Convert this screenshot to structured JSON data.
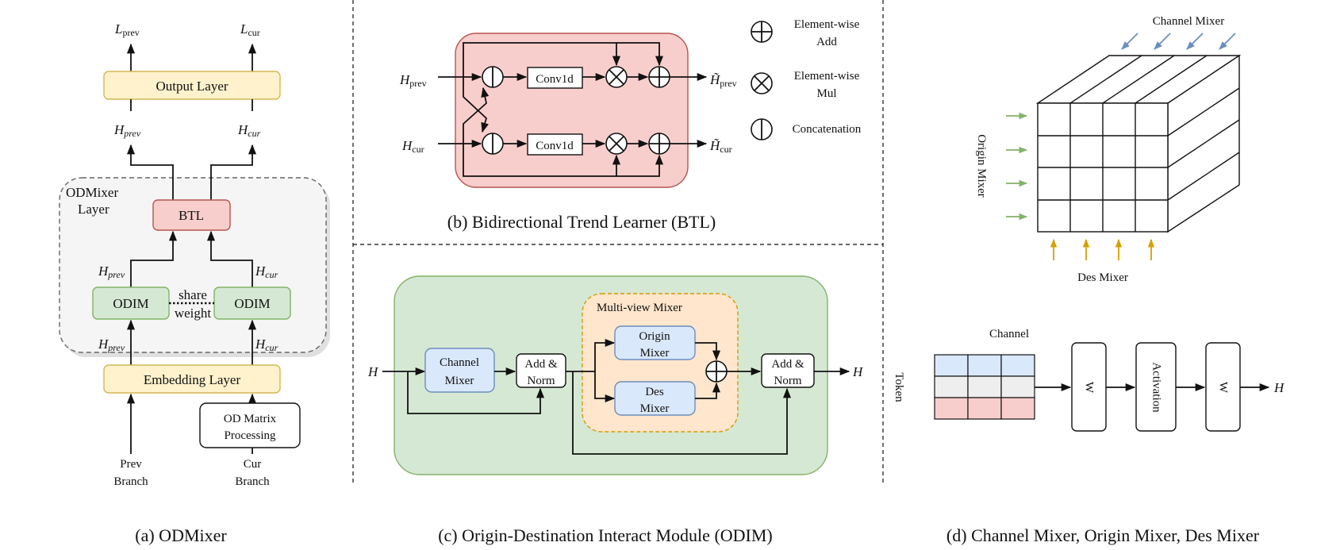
{
  "panel_a": {
    "caption": "(a) ODMixer",
    "out_prev": "L",
    "out_prev_sub": "prev",
    "out_cur": "L",
    "out_cur_sub": "cur",
    "output_layer": "Output Layer",
    "h_prev": "H",
    "h_prev_sub": "prev",
    "h_cur": "H",
    "h_cur_sub": "cur",
    "odmixer_layer_1": "ODMixer",
    "odmixer_layer_2": "Layer",
    "btl": "BTL",
    "odim": "ODIM",
    "share_1": "share",
    "share_2": "weight",
    "embedding_layer": "Embedding Layer",
    "od_matrix_1": "OD Matrix",
    "od_matrix_2": "Processing",
    "prev_branch_1": "Prev",
    "prev_branch_2": "Branch",
    "cur_branch_1": "Cur",
    "cur_branch_2": "Branch"
  },
  "panel_b": {
    "caption": "(b) Bidirectional Trend Learner (BTL)",
    "in_prev": "H",
    "in_prev_sub": "prev",
    "in_cur": "H",
    "in_cur_sub": "cur",
    "conv": "Conv1d",
    "out_prev": "H̃",
    "out_prev_sub": "prev",
    "out_cur": "H̃",
    "out_cur_sub": "cur",
    "legend": [
      {
        "symbol": "add-icon",
        "line1": "Element-wise",
        "line2": "Add"
      },
      {
        "symbol": "mul-icon",
        "line1": "Element-wise",
        "line2": "Mul"
      },
      {
        "symbol": "concat-icon",
        "line1": "Concatenation",
        "line2": ""
      }
    ]
  },
  "panel_c": {
    "caption": "(c) Origin-Destination Interact Module (ODIM)",
    "input": "H",
    "output": "H",
    "channel_mixer_1": "Channel",
    "channel_mixer_2": "Mixer",
    "add_norm_1": "Add &",
    "add_norm_2": "Norm",
    "multi_view": "Multi-view Mixer",
    "origin_mixer_1": "Origin",
    "origin_mixer_2": "Mixer",
    "des_mixer_1": "Des",
    "des_mixer_2": "Mixer"
  },
  "panel_d": {
    "caption": "(d) Channel Mixer, Origin Mixer, Des Mixer",
    "channel_mixer": "Channel Mixer",
    "origin_mixer": "Origin Mixer",
    "des_mixer": "Des Mixer",
    "channel": "Channel",
    "token": "Token",
    "w1": "W",
    "activation": "Activation",
    "w2": "W",
    "output": "H"
  },
  "colors": {
    "yellow_fill": "#fff2cc",
    "yellow_stroke": "#d6b656",
    "red_fill": "#f8cecc",
    "red_stroke": "#b85450",
    "green_fill": "#d5e8d4",
    "green_stroke": "#82b366",
    "blue_fill": "#dae8fc",
    "blue_stroke": "#6c8ebf",
    "orange_fill": "#ffe6cc",
    "orange_stroke": "#d79b00",
    "gray_fill": "#f5f5f5",
    "gray_stroke": "#666666",
    "cube_channel_arrow": "#6c8ebf",
    "cube_origin_arrow": "#82b366",
    "cube_des_arrow": "#d6a000"
  }
}
